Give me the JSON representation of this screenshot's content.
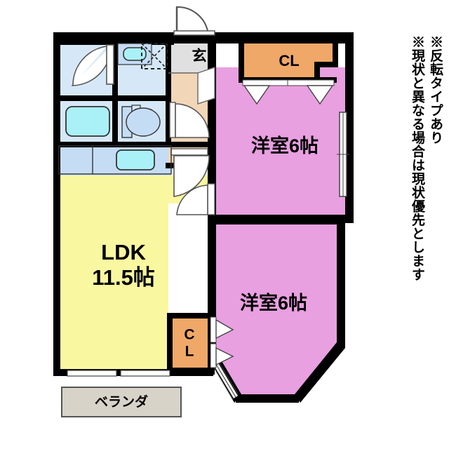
{
  "plan": {
    "type": "floor-plan",
    "title_notes": [
      "※反転タイプあり",
      "※現状と異なる場合は現状優先とします"
    ],
    "rooms": [
      {
        "id": "ldk",
        "label": "LDK",
        "size": "11.5帖",
        "color": "#f9f7a0"
      },
      {
        "id": "washitsu-1",
        "label": "洋室6帖",
        "size": "6帖",
        "color": "#e8a0e0"
      },
      {
        "id": "washitsu-2",
        "label": "洋室6帖",
        "size": "6帖",
        "color": "#e8a0e0"
      },
      {
        "id": "closet-upper",
        "label": "CL",
        "color": "#f0a868"
      },
      {
        "id": "closet-lower",
        "label_lines": [
          "C",
          "L"
        ],
        "color": "#f0a868"
      },
      {
        "id": "entrance",
        "label": "玄",
        "color": "#e0e0e0"
      },
      {
        "id": "veranda",
        "label": "ベランダ",
        "color": "#d8d3c8"
      }
    ],
    "fixtures": [
      {
        "id": "bathtub",
        "name": "bathtub"
      },
      {
        "id": "washbasin",
        "name": "washbasin"
      },
      {
        "id": "toilet",
        "name": "toilet"
      },
      {
        "id": "kitchen-sink",
        "name": "kitchen-sink"
      },
      {
        "id": "washer-space",
        "name": "washing-machine-space"
      }
    ],
    "colors": {
      "wall": "#000000",
      "ldk_floor": "#f9f7a0",
      "room_floor": "#e8a0e0",
      "closet": "#f0a868",
      "entrance_tile": "#e0e0e0",
      "entrance_hall": "#f2d6b8",
      "water_area": "#d6e8f7",
      "fixture": "#aaf0f7",
      "veranda": "#d8d3c8",
      "outline": "#333333"
    }
  }
}
